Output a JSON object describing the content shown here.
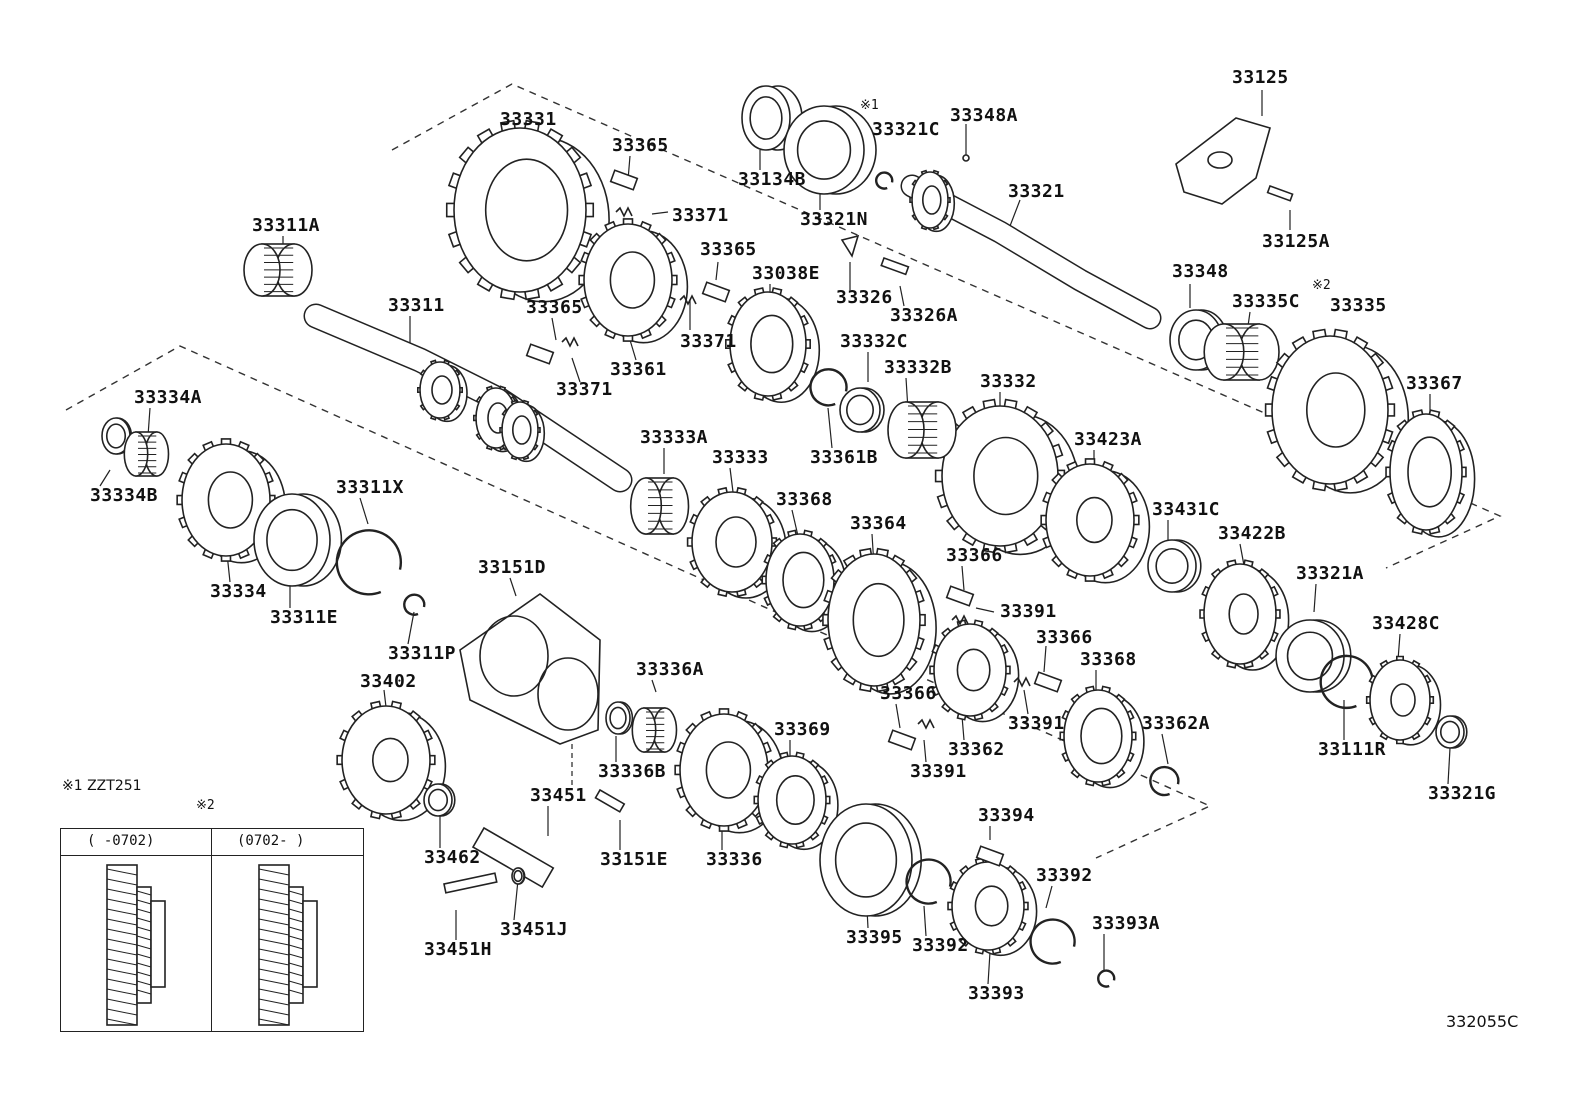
{
  "labels": [
    "33125",
    "33348A",
    "33321C",
    "33134B",
    "33321N",
    "33321",
    "33125A",
    "33331",
    "33365",
    "33371",
    "33311A",
    "33365",
    "33038E",
    "33326",
    "33326A",
    "33348",
    "33335C",
    "33335",
    "33311",
    "33365",
    "33371",
    "33371",
    "33361",
    "33332C",
    "33332B",
    "33332",
    "33367",
    "33334A",
    "33361B",
    "33423A",
    "33333A",
    "33333",
    "33334B",
    "33311X",
    "33368",
    "33364",
    "33431C",
    "33422B",
    "33366",
    "33391",
    "33321A",
    "33334",
    "33311E",
    "33151D",
    "33428C",
    "33366",
    "33368",
    "33311P",
    "33402",
    "33336A",
    "33366",
    "33391",
    "33362A",
    "33369",
    "33362",
    "33391",
    "33111R",
    "33321G",
    "33336B",
    "33451",
    "33394",
    "33462",
    "33151E",
    "33336",
    "33392",
    "33393A",
    "33451J",
    "33395",
    "33392",
    "33451H",
    "33393"
  ],
  "marks": {
    "ref1": "※1",
    "ref2_top": "※2",
    "ref2_inset": "※2"
  },
  "note": {
    "text": "※1 ZZT251"
  },
  "inset": {
    "col1": "(     -0702)",
    "col2": "(0702-      )"
  },
  "diagram_code": "332055C"
}
